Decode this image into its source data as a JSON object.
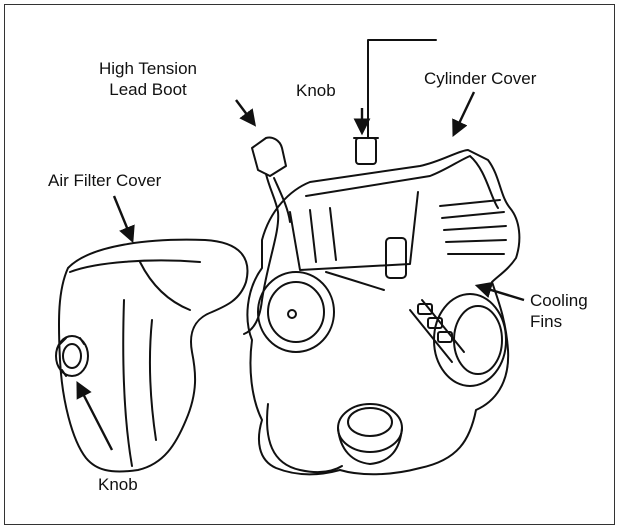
{
  "labels": {
    "high_tension_lead_boot": [
      "High Tension",
      "Lead Boot"
    ],
    "knob_top": "Knob",
    "cylinder_cover": "Cylinder Cover",
    "air_filter_cover": "Air Filter Cover",
    "cooling_fins": [
      "Cooling",
      "Fins"
    ],
    "knob_bottom": "Knob"
  },
  "colors": {
    "ink": "#111111",
    "frame": "#333333",
    "background": "#ffffff"
  }
}
